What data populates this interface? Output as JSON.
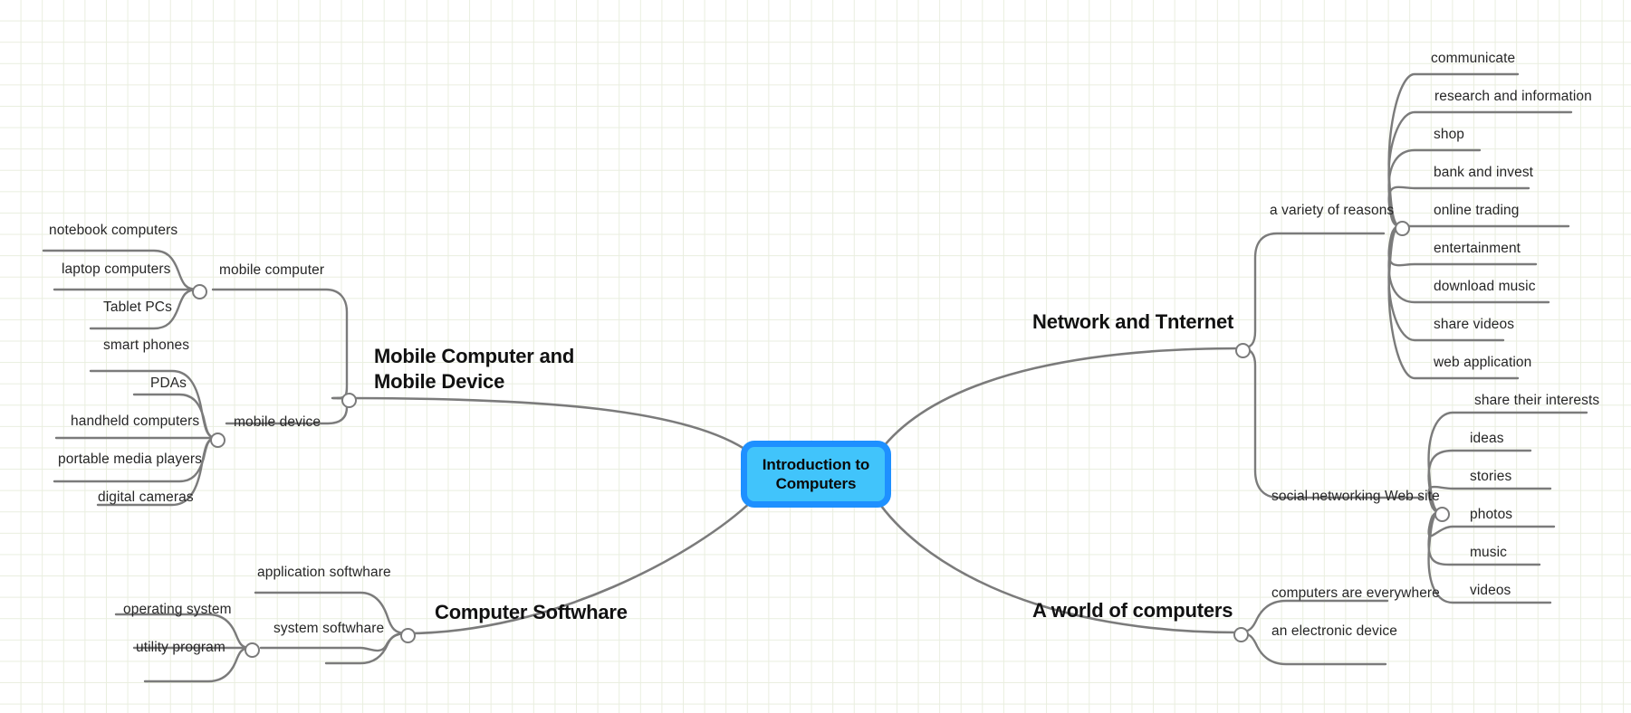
{
  "diagram": {
    "type": "mind-map",
    "background": "#ffffff",
    "grid_color": "#e9eedf",
    "line_color": "#7b7b7b",
    "root": {
      "label": "Introduction to\nComputers",
      "fill": "#41c4fb",
      "border": "#1e90ff"
    },
    "branches": [
      {
        "label": "Mobile Computer and\nMobile Device",
        "position": "left-upper",
        "children": [
          {
            "label": "mobile computer",
            "leaves": [
              "notebook computers",
              "laptop computers",
              "Tablet PCs"
            ]
          },
          {
            "label": "mobile device",
            "leaves": [
              "smart phones",
              "PDAs",
              "handheld computers",
              "portable media players",
              "digital cameras"
            ]
          }
        ]
      },
      {
        "label": "Computer Softwhare",
        "position": "left-lower",
        "children": [
          {
            "label": "application softwhare",
            "leaves": []
          },
          {
            "label": "system softwhare",
            "leaves": [
              "operating system",
              "utility program"
            ]
          }
        ]
      },
      {
        "label": "Network and Tnternet",
        "position": "right-upper",
        "children": [
          {
            "label": "a variety of reasons",
            "leaves": [
              "communicate",
              "research and information",
              "shop",
              "bank and invest",
              "online trading",
              "entertainment",
              "download music",
              "share videos",
              "web application"
            ]
          },
          {
            "label": "social networking Web site",
            "leaves": [
              "share their interests",
              "ideas",
              "stories",
              "photos",
              "music",
              "videos"
            ]
          }
        ]
      },
      {
        "label": "A world of computers",
        "position": "right-lower",
        "children": [
          {
            "label": "computers are everywhere",
            "leaves": []
          },
          {
            "label": "an electronic device",
            "leaves": []
          }
        ]
      }
    ]
  },
  "labels": {
    "root": "Introduction to\nComputers",
    "b_mobile": "Mobile Computer and\nMobile Device",
    "b_software": "Computer Softwhare",
    "b_network": "Network and Tnternet",
    "b_world": "A world of computers",
    "mobile_computer": "mobile computer",
    "mobile_device": "mobile device",
    "notebook_computers": "notebook computers",
    "laptop_computers": "laptop computers",
    "tablet_pcs": "Tablet PCs",
    "smart_phones": "smart phones",
    "pdas": "PDAs",
    "handheld_computers": "handheld computers",
    "portable_media_players": "portable media players",
    "digital_cameras": "digital cameras",
    "application_software": "application softwhare",
    "system_software": "system softwhare",
    "operating_system": "operating system",
    "utility_program": "utility program",
    "variety_of_reasons": "a variety of reasons",
    "communicate": "communicate",
    "research_and_information": "research and information",
    "shop": "shop",
    "bank_and_invest": "bank and invest",
    "online_trading": "online trading",
    "entertainment": "entertainment",
    "download_music": "download music",
    "share_videos": "share videos",
    "web_application": "web application",
    "social_networking": "social networking Web site",
    "share_their_interests": "share their interests",
    "ideas": "ideas",
    "stories": "stories",
    "photos": "photos",
    "music": "music",
    "videos": "videos",
    "computers_are_everywhere": "computers are everywhere",
    "an_electronic_device": "an electronic device"
  }
}
